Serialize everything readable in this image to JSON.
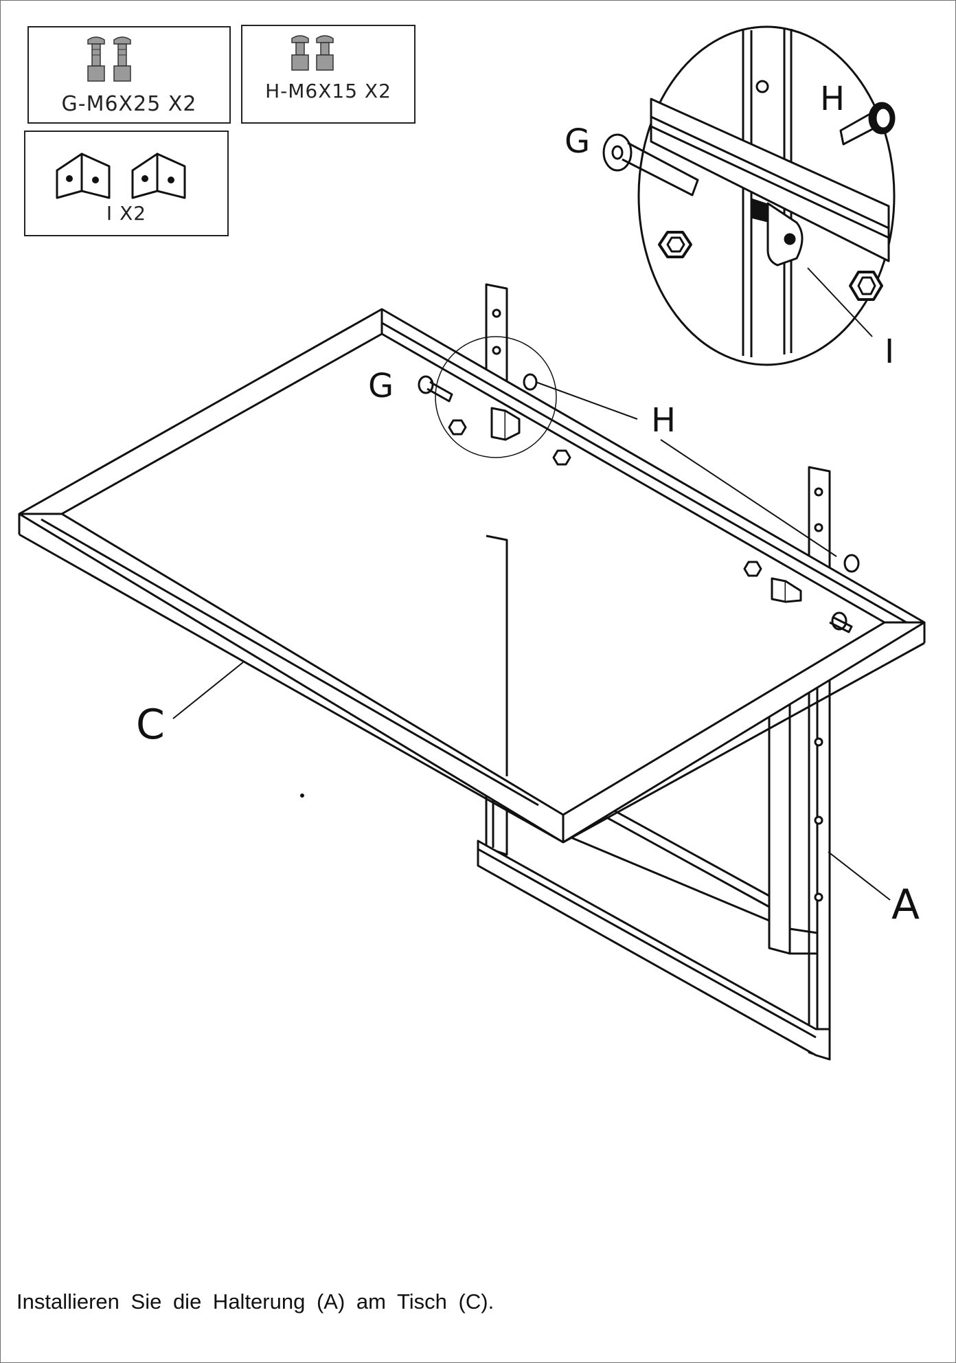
{
  "parts": [
    {
      "id": "part-g",
      "label": "G-M6X25 X2"
    },
    {
      "id": "part-h",
      "label": "H-M6X15 X2"
    },
    {
      "id": "part-i",
      "label": "I X2"
    }
  ],
  "callouts": {
    "detail_g": "G",
    "detail_h": "H",
    "detail_i": "I",
    "main_g": "G",
    "main_h": "H",
    "table": "C",
    "bracket": "A"
  },
  "icons": [
    "bolt-icon",
    "nut-icon",
    "angle-bracket-icon",
    "table-frame-drawing",
    "wall-bracket-drawing",
    "detail-magnifier"
  ],
  "colors": {
    "line": "#111111",
    "bolt": "#9a9a9a",
    "frame": "#707070"
  },
  "caption": "Installieren Sie die Halterung (A) am Tisch (C)."
}
